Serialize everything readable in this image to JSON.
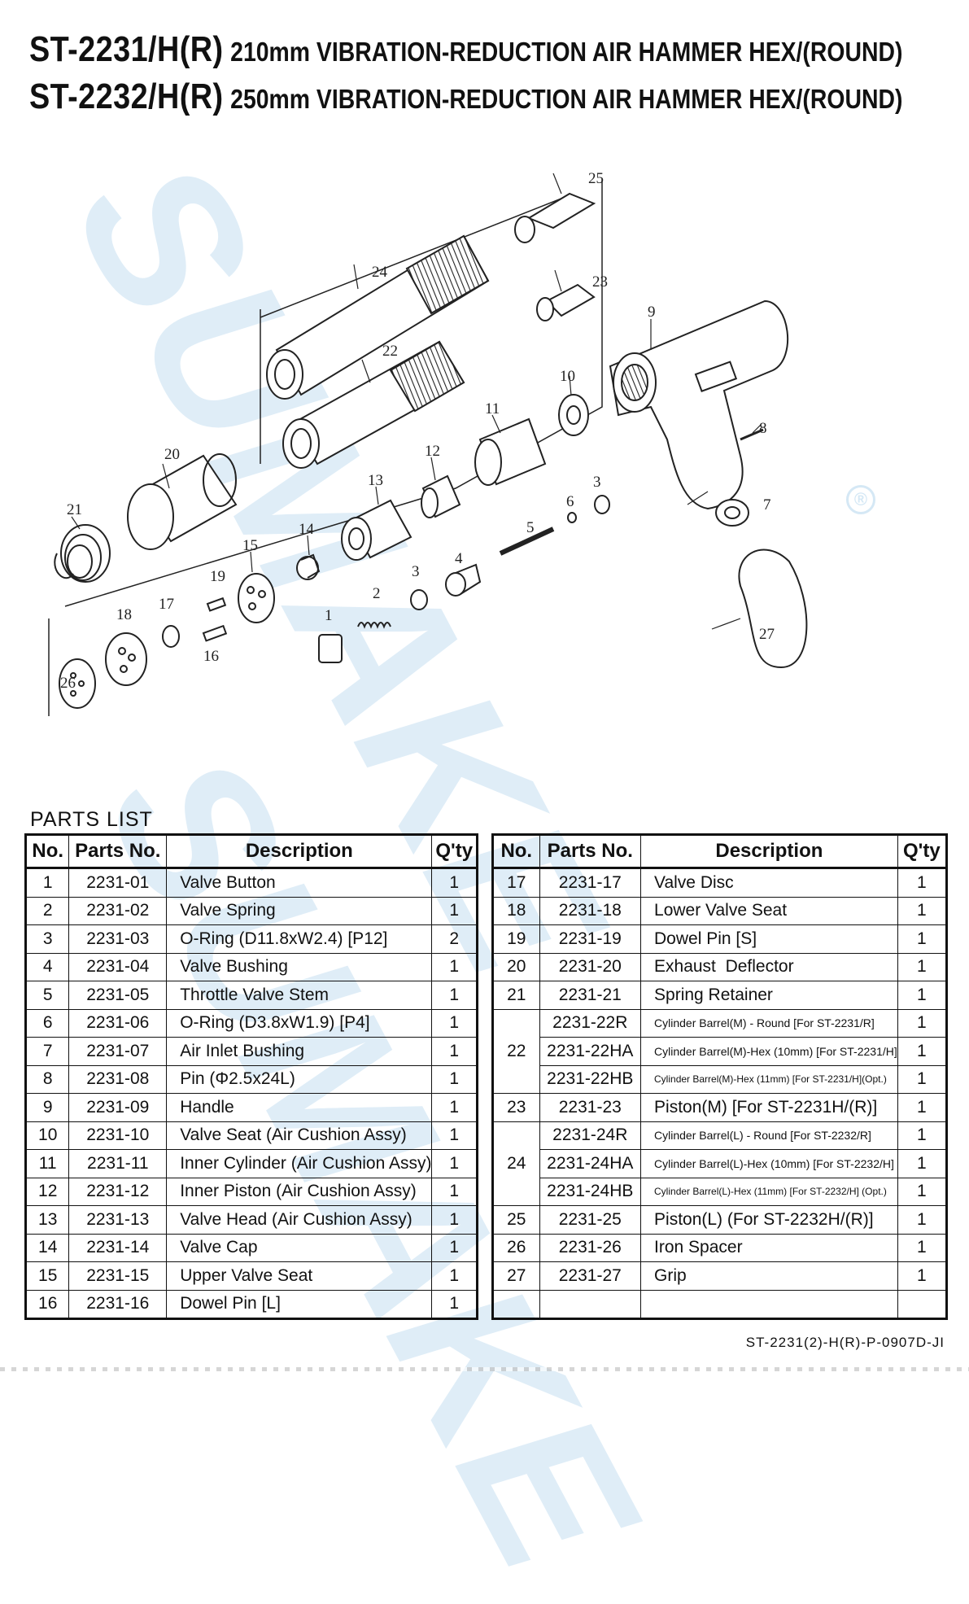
{
  "header": {
    "line1_model": "ST-2231/H(R)",
    "line1_desc": "210mm VIBRATION-REDUCTION AIR HAMMER HEX/(ROUND)",
    "line2_model": "ST-2232/H(R)",
    "line2_desc": "250mm VIBRATION-REDUCTION AIR HAMMER HEX/(ROUND)"
  },
  "watermark": {
    "text": "SUMAKE",
    "mark": "®"
  },
  "diagram": {
    "labels": [
      "1",
      "2",
      "3",
      "3",
      "4",
      "5",
      "6",
      "7",
      "8",
      "9",
      "10",
      "11",
      "12",
      "13",
      "14",
      "15",
      "16",
      "17",
      "18",
      "19",
      "20",
      "21",
      "22",
      "23",
      "24",
      "25",
      "26",
      "27"
    ]
  },
  "parts_list": {
    "label": "PARTS LIST",
    "headers": {
      "no": "No.",
      "part_no": "Parts No.",
      "desc": "Description",
      "qty": "Q'ty"
    },
    "left": [
      {
        "no": "1",
        "part": "2231-01",
        "desc": "Valve Button",
        "qty": "1"
      },
      {
        "no": "2",
        "part": "2231-02",
        "desc": "Valve Spring",
        "qty": "1"
      },
      {
        "no": "3",
        "part": "2231-03",
        "desc": "O-Ring (D11.8xW2.4) [P12]",
        "qty": "2"
      },
      {
        "no": "4",
        "part": "2231-04",
        "desc": "Valve Bushing",
        "qty": "1"
      },
      {
        "no": "5",
        "part": "2231-05",
        "desc": "Throttle Valve Stem",
        "qty": "1"
      },
      {
        "no": "6",
        "part": "2231-06",
        "desc": "O-Ring (D3.8xW1.9) [P4]",
        "qty": "1"
      },
      {
        "no": "7",
        "part": "2231-07",
        "desc": "Air Inlet Bushing",
        "qty": "1"
      },
      {
        "no": "8",
        "part": "2231-08",
        "desc": "Pin (Φ2.5x24L)",
        "qty": "1"
      },
      {
        "no": "9",
        "part": "2231-09",
        "desc": "Handle",
        "qty": "1"
      },
      {
        "no": "10",
        "part": "2231-10",
        "desc": "Valve Seat (Air Cushion Assy)",
        "qty": "1"
      },
      {
        "no": "11",
        "part": "2231-11",
        "desc": "Inner Cylinder (Air Cushion Assy)",
        "qty": "1"
      },
      {
        "no": "12",
        "part": "2231-12",
        "desc": "Inner Piston (Air Cushion Assy)",
        "qty": "1"
      },
      {
        "no": "13",
        "part": "2231-13",
        "desc": "Valve Head (Air Cushion Assy)",
        "qty": "1"
      },
      {
        "no": "14",
        "part": "2231-14",
        "desc": "Valve Cap",
        "qty": "1"
      },
      {
        "no": "15",
        "part": "2231-15",
        "desc": "Upper Valve Seat",
        "qty": "1"
      },
      {
        "no": "16",
        "part": "2231-16",
        "desc": "Dowel Pin [L]",
        "qty": "1"
      }
    ],
    "right": {
      "r17": {
        "no": "17",
        "part": "2231-17",
        "desc": "Valve Disc",
        "qty": "1"
      },
      "r18": {
        "no": "18",
        "part": "2231-18",
        "desc": "Lower Valve Seat",
        "qty": "1"
      },
      "r19": {
        "no": "19",
        "part": "2231-19",
        "desc": "Dowel Pin [S]",
        "qty": "1"
      },
      "r20": {
        "no": "20",
        "part": "2231-20",
        "desc": "Exhaust  Deflector",
        "qty": "1"
      },
      "r21": {
        "no": "21",
        "part": "2231-21",
        "desc": "Spring Retainer",
        "qty": "1"
      },
      "r22": {
        "no": "22",
        "a": {
          "part": "2231-22R",
          "desc": "Cylinder Barrel(M) - Round [For ST-2231/R]",
          "qty": "1"
        },
        "b": {
          "part": "2231-22HA",
          "desc": "Cylinder Barrel(M)-Hex (10mm) [For ST-2231/H]",
          "qty": "1"
        },
        "c": {
          "part": "2231-22HB",
          "desc": "Cylinder Barrel(M)-Hex (11mm) [For ST-2231/H](Opt.)",
          "qty": "1"
        }
      },
      "r23": {
        "no": "23",
        "part": "2231-23",
        "desc": "Piston(M) [For ST-2231H/(R)]",
        "qty": "1"
      },
      "r24": {
        "no": "24",
        "a": {
          "part": "2231-24R",
          "desc": "Cylinder Barrel(L) - Round [For ST-2232/R]",
          "qty": "1"
        },
        "b": {
          "part": "2231-24HA",
          "desc": "Cylinder Barrel(L)-Hex (10mm) [For ST-2232/H]",
          "qty": "1"
        },
        "c": {
          "part": "2231-24HB",
          "desc": "Cylinder Barrel(L)-Hex (11mm) [For ST-2232/H] (Opt.)",
          "qty": "1"
        }
      },
      "r25": {
        "no": "25",
        "part": "2231-25",
        "desc": "Piston(L) (For ST-2232H/(R)]",
        "qty": "1"
      },
      "r26": {
        "no": "26",
        "part": "2231-26",
        "desc": "Iron Spacer",
        "qty": "1"
      },
      "r27": {
        "no": "27",
        "part": "2231-27",
        "desc": "Grip",
        "qty": "1"
      }
    }
  },
  "footer": {
    "doc_code": "ST-2231(2)-H(R)-P-0907D-JI"
  }
}
